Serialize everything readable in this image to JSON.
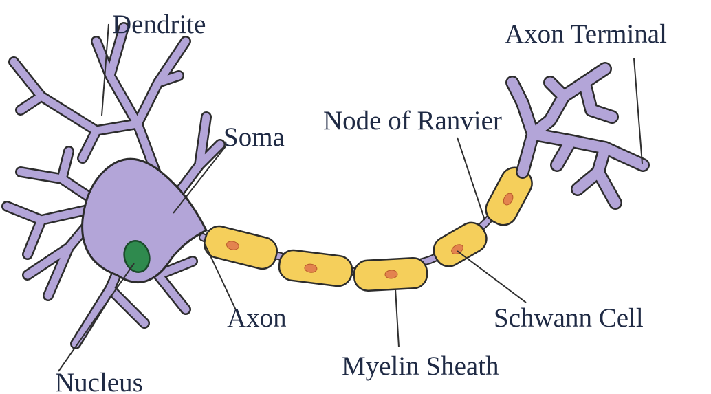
{
  "labels": {
    "dendrite": "Dendrite",
    "soma": "Soma",
    "nucleus": "Nucleus",
    "axon": "Axon",
    "myelin_sheath": "Myelin Sheath",
    "node_of_ranvier": "Node of Ranvier",
    "schwann_cell": "Schwann Cell",
    "axon_terminal": "Axon Terminal"
  },
  "colors": {
    "neuron_body": "#b3a5d8",
    "outline": "#2c2c2c",
    "myelin": "#f5cf5b",
    "schwann_nucleus": "#e3834f",
    "cell_nucleus": "#2f8a4e",
    "label_text": "#1f2a44"
  }
}
